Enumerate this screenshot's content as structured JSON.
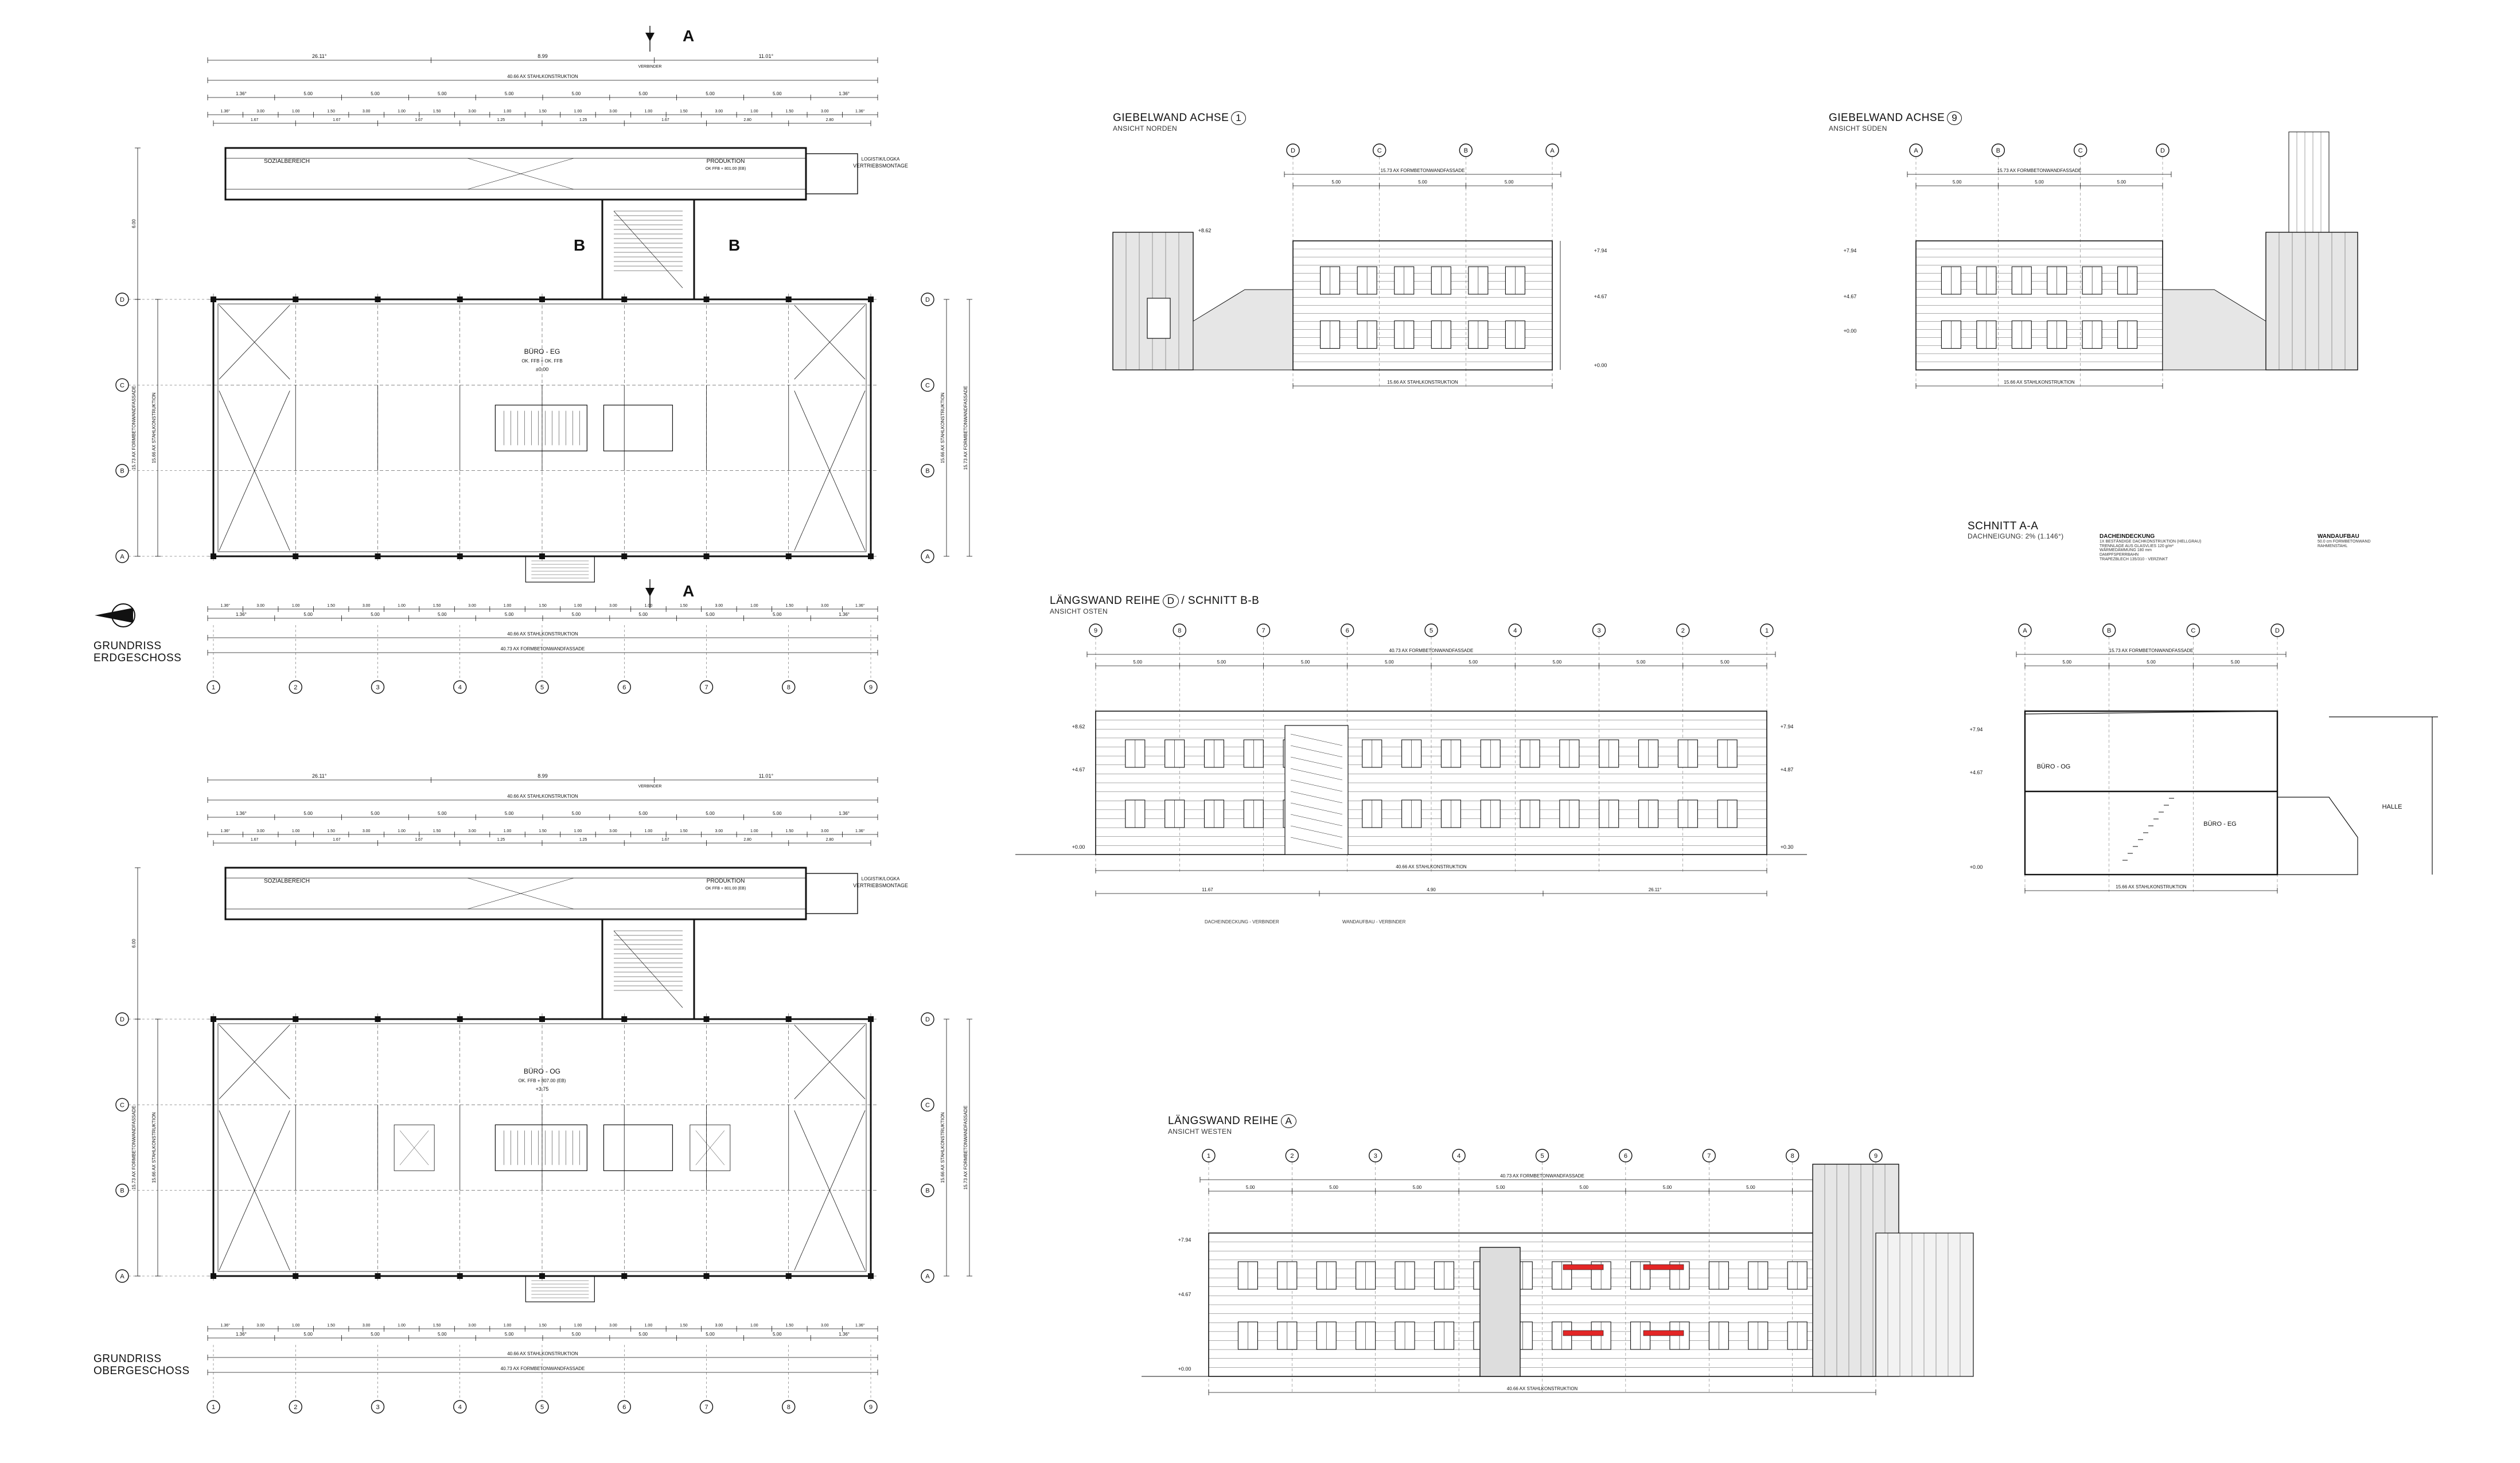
{
  "colors": {
    "line": "#111111",
    "grey_fill": "#e6e6e6",
    "accent_red": "#e32626"
  },
  "plans": {
    "eg": {
      "title_line1": "GRUNDRISS",
      "title_line2": "ERDGESCHOSS"
    },
    "og": {
      "title_line1": "GRUNDRISS",
      "title_line2": "OBERGESCHOSS"
    },
    "room_labels": {
      "sozial": "SOZIALBEREICH",
      "produktion": "PRODUKTION",
      "produktion_sub": "OK FFB + 801.00 (EB)",
      "logistik": "LOGISTIK/LOGKA",
      "vertrieb": "VERTRIEBSMONTAGE",
      "buero_eg": "BÜRO - EG",
      "buero_og": "BÜRO - OG",
      "buero_eg_sub": "OK. FFB = OK. FFB",
      "buero_og_sub": "OK. FFB + 807.00 (EB)",
      "level_eg": "±0.00",
      "level_og": "+3.75"
    },
    "section_marks": {
      "a_top": "A",
      "a_bottom": "A",
      "b_left": "B",
      "b_right": "B"
    },
    "dims": {
      "top_line1": [
        "26.11°",
        "8.99",
        "11.01°"
      ],
      "top_label1": "VERBINDER",
      "top_line2": "40.66 AX STAHLKONSTRUKTION",
      "top_line3": [
        "1.36°",
        "5.00",
        "5.00",
        "5.00",
        "5.00",
        "5.00",
        "5.00",
        "5.00",
        "5.00",
        "1.36°"
      ],
      "top_line4": [
        "1.36°",
        "3.00",
        "1.00",
        "1.50",
        "3.00",
        "1.00",
        "1.50",
        "3.00",
        "1.00",
        "1.50",
        "1.00",
        "3.00",
        "1.00",
        "1.50",
        "3.00",
        "1.00",
        "1.50",
        "3.00",
        "1.36°"
      ],
      "top_line5": [
        "1.67",
        "1.67",
        "1.67",
        "1.25",
        "1.25",
        "1.67",
        "2.80",
        "2.80"
      ],
      "bottom_line1": "40.66 AX STAHLKONSTRUKTION",
      "bottom_line2": "40.73 AX FORMBETONWANDFASSADE",
      "side_outer": "15.73 AX FORMBETONWANDFASSADE",
      "side_inner": "15.66 AX STAHLKONSTRUKTION",
      "offset": "6.00"
    },
    "axes_x": [
      "1",
      "2",
      "3",
      "4",
      "5",
      "6",
      "7",
      "8",
      "9"
    ],
    "axes_y": [
      "D",
      "C",
      "B",
      "A"
    ]
  },
  "elevations": {
    "north": {
      "title": "GIEBELWAND ACHSE",
      "axis": "1",
      "subtitle": "ANSICHT NORDEN",
      "axes": [
        "D",
        "C",
        "B",
        "A"
      ],
      "dim_top": "15.73 AX FORMBETONWANDFASSADE",
      "dim_bottom": "15.66 AX STAHLKONSTRUKTION",
      "dim_spans": [
        "5.00",
        "5.00",
        "5.00"
      ],
      "offset": "6.30"
    },
    "south": {
      "title": "GIEBELWAND ACHSE",
      "axis": "9",
      "subtitle": "ANSICHT SÜDEN",
      "axes": [
        "A",
        "B",
        "C",
        "D"
      ],
      "dim_top": "15.73 AX FORMBETONWANDFASSADE",
      "dim_bottom": "15.66 AX STAHLKONSTRUKTION",
      "dim_spans": [
        "5.00",
        "5.00",
        "5.00"
      ],
      "offset": "6.30"
    },
    "east": {
      "title": "LÄNGSWAND REIHE",
      "axis": "D",
      "title_suffix": "/ SCHNITT B-B",
      "subtitle": "ANSICHT OSTEN",
      "axes": [
        "9",
        "8",
        "7",
        "6",
        "5",
        "4",
        "3",
        "2",
        "1"
      ],
      "dim_top": "40.73 AX FORMBETONWANDFASSADE",
      "dim_bottom": "40.66 AX STAHLKONSTRUKTION",
      "dim_bottom2": [
        "11.67",
        "4.90",
        "26.11°"
      ],
      "dim_spans": [
        "5.00",
        "5.00",
        "5.00",
        "5.00",
        "5.00",
        "5.00",
        "5.00",
        "5.00"
      ]
    },
    "west": {
      "title": "LÄNGSWAND REIHE",
      "axis": "A",
      "subtitle": "ANSICHT WESTEN",
      "axes": [
        "1",
        "2",
        "3",
        "4",
        "5",
        "6",
        "7",
        "8",
        "9"
      ],
      "dim_top": "40.73 AX FORMBETONWANDFASSADE",
      "dim_bottom": "40.66 AX STAHLKONSTRUKTION",
      "dim_spans": [
        "5.00",
        "5.00",
        "5.00",
        "5.00",
        "5.00",
        "5.00",
        "5.00",
        "5.00"
      ]
    },
    "levels": [
      "+8.62",
      "+4.67",
      "+0.00",
      "+7.94",
      "+4.87",
      "+0.30"
    ]
  },
  "section": {
    "title": "SCHNITT A-A",
    "subtitle": "DACHNEIGUNG: 2% (1.146°)",
    "axes": [
      "A",
      "B",
      "C",
      "D"
    ],
    "dim_top": "15.73 AX FORMBETONWANDFASSADE",
    "dim_bottom": "15.66 AX STAHLKONSTRUKTION",
    "dim_spans": [
      "5.00",
      "5.00",
      "5.00"
    ],
    "offset": "6.30",
    "room_buero_og": "BÜRO - OG",
    "room_buero_eg": "BÜRO - EG",
    "room_halle": "HALLE",
    "roof_title": "DACHEINDECKUNG",
    "wall_title": "WANDAUFBAU",
    "roof_lines": [
      "1X BESTÄNDIGE DACHKONSTRUKTION (HELLGRAU)",
      "TRENNLAGE AUS GLASVLIES 120 g/m²",
      "WÄRMEDÄMMUNG 180 mm",
      "DAMPFSPERRBAHN",
      "TRAPEZBLECH 135/310 - VERZINKT"
    ],
    "wall_lines": [
      "50.0 cm FORMBETONWAND",
      "RAHMENSTAHL"
    ]
  },
  "east_notes": {
    "col1_title": "DACHEINDECKUNG - VERBINDER",
    "col2_title": "WANDAUFBAU - VERBINDER"
  }
}
